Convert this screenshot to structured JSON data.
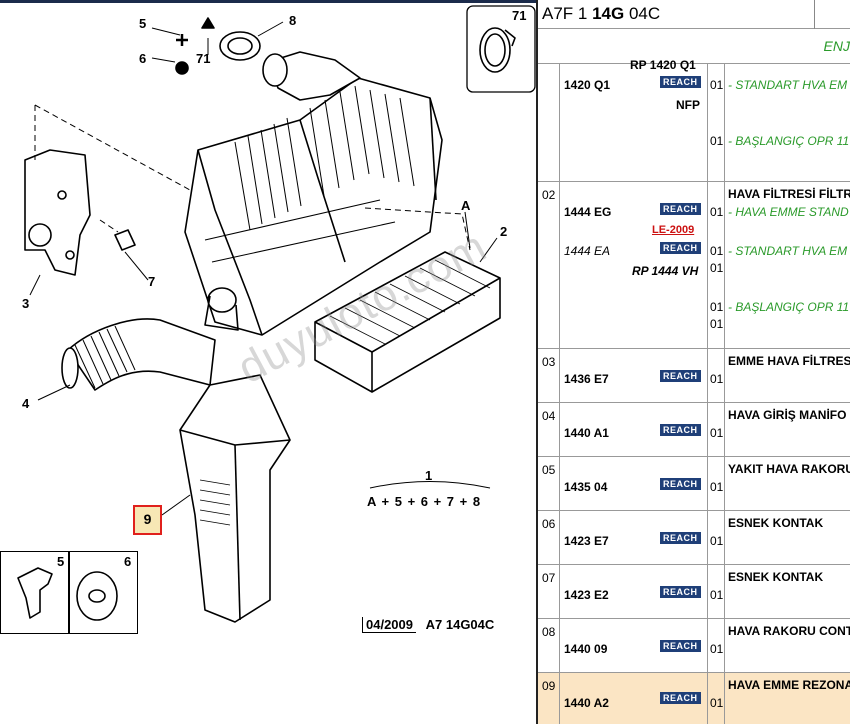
{
  "diagram": {
    "callouts": {
      "c5": "5",
      "c6": "6",
      "c71": "71",
      "c8": "8",
      "c71b": "71",
      "c3": "3",
      "c7": "7",
      "cA": "A",
      "c2": "2",
      "c4": "4",
      "c1": "1",
      "c9": "9",
      "d5": "5",
      "d6": "6"
    },
    "formula": "A + 5 + 6 + 7 + 8",
    "stamp_date": "04/2009",
    "stamp_code": "A7 14G04C",
    "watermark": "duyuloto.com"
  },
  "table": {
    "header_prefix": "A7F 1 ",
    "header_bold": "14G",
    "header_suffix": " 04C",
    "section": "ENJ",
    "reach_label": "REACH",
    "rows": [
      {
        "idx": "",
        "ref": "1420 Q1",
        "ref_top": "RP 1420 Q1",
        "ref_sub": "NFP",
        "q1": "01",
        "q2": "01",
        "d1": "- STANDART HVA EM",
        "d2": "- BAŞLANGIÇ OPR 11"
      },
      {
        "idx": "02",
        "title": "HAVA FİLTRESİ FİLTR",
        "ref": "1444 EG",
        "ref2": "1444 EA",
        "le": "LE-2009",
        "rp": "RP 1444 VH",
        "q1": "01",
        "q2": "01",
        "q3": "01",
        "q4": "01",
        "q5": "01",
        "d1": "- HAVA EMME STAND",
        "d2": "- STANDART HVA EM",
        "d3": "- BAŞLANGIÇ OPR 11"
      },
      {
        "idx": "03",
        "title": "EMME HAVA FİLTRES",
        "ref": "1436 E7",
        "q": "01"
      },
      {
        "idx": "04",
        "title": "HAVA GİRİŞ MANİFO",
        "ref": "1440 A1",
        "q": "01"
      },
      {
        "idx": "05",
        "title": "YAKIT HAVA RAKORU",
        "ref": "1435 04",
        "q": "01"
      },
      {
        "idx": "06",
        "title": "ESNEK KONTAK",
        "ref": "1423 E7",
        "q": "01"
      },
      {
        "idx": "07",
        "title": "ESNEK KONTAK",
        "ref": "1423 E2",
        "q": "01"
      },
      {
        "idx": "08",
        "title": "HAVA RAKORU CONT",
        "ref": "1440 09",
        "q": "01"
      },
      {
        "idx": "09",
        "title": "HAVA EMME REZONA",
        "ref": "1440 A2",
        "q": "01"
      }
    ]
  },
  "colors": {
    "reach_bg": "#1f3f78",
    "highlight_row": "#fbe5c4",
    "callout_border": "#e0201c",
    "green_text": "#2a9a2a"
  }
}
